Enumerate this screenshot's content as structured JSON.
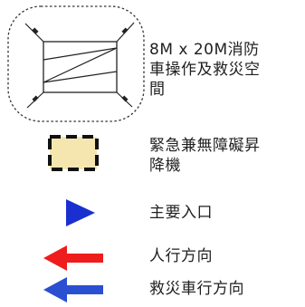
{
  "legend": {
    "items": [
      {
        "id": "fire-truck-space",
        "icon": "fire-truck-operating-space-icon",
        "label": "8M x 20M消防\n車操作及救災空\n間"
      },
      {
        "id": "emergency-lift",
        "icon": "dashed-square-icon",
        "label": "緊急兼無障礙昇\n降機"
      },
      {
        "id": "main-entrance",
        "icon": "blue-triangle-icon",
        "label": "主要入口"
      },
      {
        "id": "pedestrian-direction",
        "icon": "red-arrow-icon",
        "label": "人行方向"
      },
      {
        "id": "rescue-vehicle-direction",
        "icon": "blue-arrow-icon",
        "label": "救災車行方向"
      }
    ]
  },
  "colors": {
    "entrance_blue": "#1a2fd0",
    "pedestrian_red": "#ee1c1c",
    "rescue_blue": "#2a4fd0",
    "lift_fill": "#f5e6b0",
    "outline": "#222222"
  }
}
